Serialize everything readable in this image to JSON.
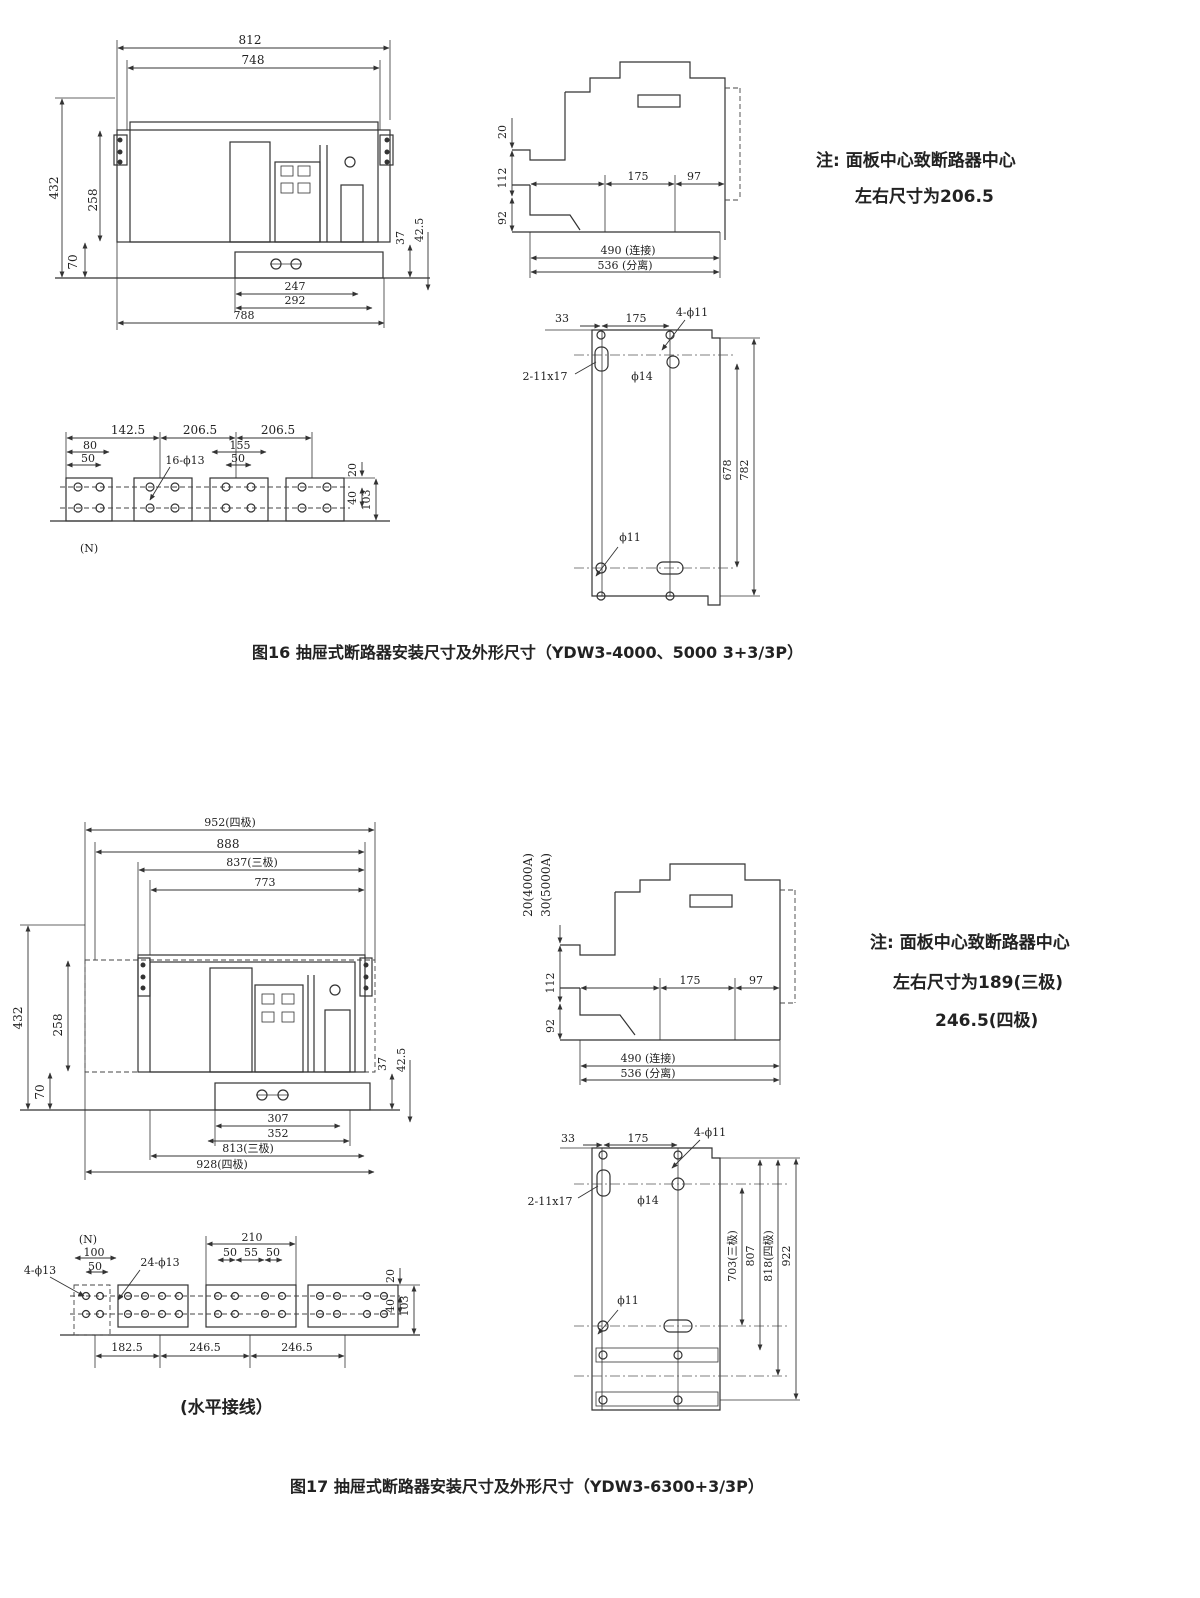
{
  "figure16": {
    "caption": "图16 抽屉式断路器安装尺寸及外形尺寸（YDW3-4000、5000 3+3/3P）",
    "note_line1": "注: 面板中心致断路器中心",
    "note_line2": "左右尺寸为206.5",
    "front": {
      "w812": "812",
      "w748": "748",
      "h432": "432",
      "h258": "258",
      "h70": "70",
      "h37": "37",
      "h42": "42.5",
      "w247": "247",
      "w292": "292",
      "w788": "788"
    },
    "side": {
      "d20": "20",
      "d112": "112",
      "d92": "92",
      "d175": "175",
      "d97": "97",
      "d490": "490 (连接)",
      "d536": "536 (分离)"
    },
    "base": {
      "d33": "33",
      "d175": "175",
      "h4d11": "4-ϕ11",
      "slot": "2-11x17",
      "d14": "ϕ14",
      "d11": "ϕ11",
      "h678": "678",
      "h782": "782"
    },
    "term": {
      "d142": "142.5",
      "d206a": "206.5",
      "d206b": "206.5",
      "d80": "80",
      "d50a": "50",
      "d155": "155",
      "d50b": "50",
      "holes": "16-ϕ13",
      "d20": "20",
      "d40": "40",
      "d103": "103",
      "n": "(N)"
    }
  },
  "figure17": {
    "caption": "图17 抽屉式断路器安装尺寸及外形尺寸（YDW3-6300+3/3P）",
    "note_line1": "注: 面板中心致断路器中心",
    "note_line2": "左右尺寸为189(三极)",
    "note_line3": "246.5(四极)",
    "front": {
      "w952": "952(四极)",
      "w888": "888",
      "w837": "837(三极)",
      "w773": "773",
      "h432": "432",
      "h258": "258",
      "h70": "70",
      "h37": "37",
      "h42": "42.5",
      "w307": "307",
      "w352": "352",
      "w813": "813(三极)",
      "w928": "928(四极)"
    },
    "side": {
      "d20": "20(4000A)",
      "d30": "30(5000A)",
      "d112": "112",
      "d92": "92",
      "d175": "175",
      "d97": "97",
      "d490": "490 (连接)",
      "d536": "536 (分离)"
    },
    "base": {
      "d33": "33",
      "d175": "175",
      "h4d11": "4-ϕ11",
      "slot": "2-11x17",
      "d14": "ϕ14",
      "d11": "ϕ11",
      "h703": "703(三极)",
      "h807": "807",
      "h818": "818(四极)",
      "h922": "922"
    },
    "term": {
      "n": "(N)",
      "d100": "100",
      "d50a": "50",
      "holes4": "4-ϕ13",
      "holes24": "24-ϕ13",
      "d210": "210",
      "d50b": "50",
      "d55": "55",
      "d50c": "50",
      "d20": "20",
      "d40": "40",
      "d103": "103",
      "d182": "182.5",
      "d246a": "246.5",
      "d246b": "246.5",
      "caption": "(水平接线）"
    }
  }
}
